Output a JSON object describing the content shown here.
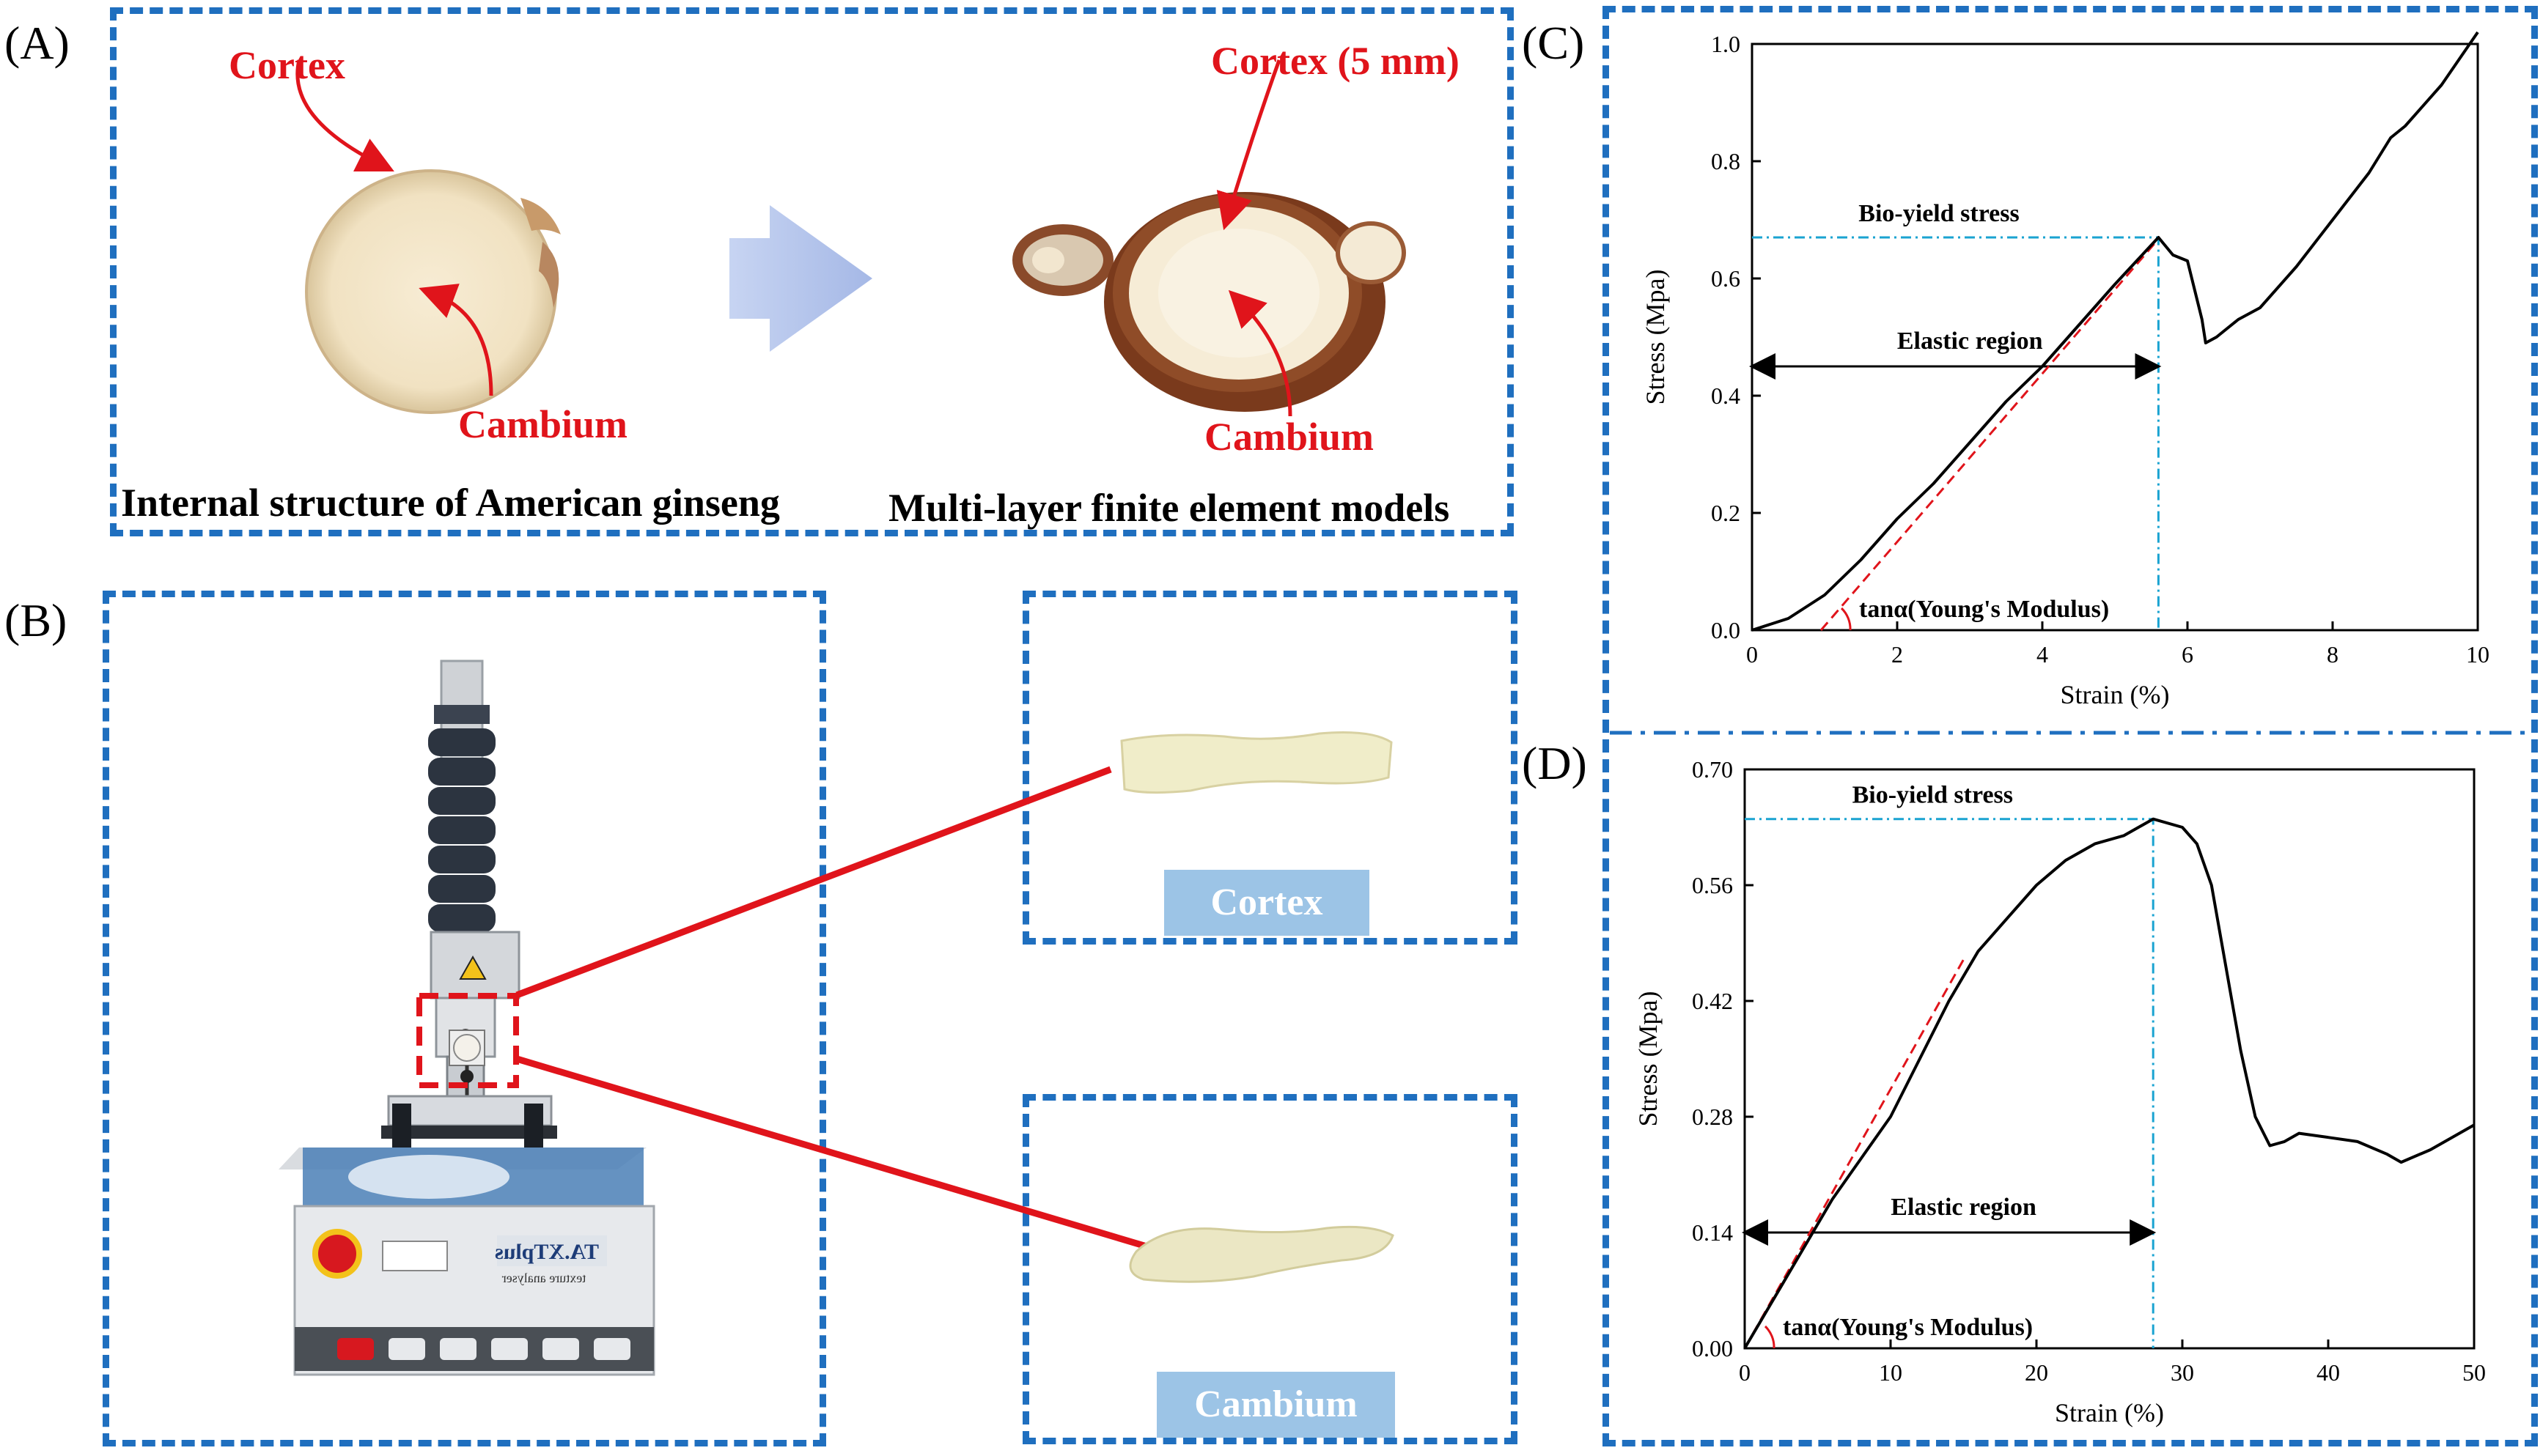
{
  "panels": {
    "a": {
      "label": "(A)",
      "left": {
        "cortex_label": "Cortex",
        "cambium_label": "Cambium",
        "caption": "Internal structure of American ginseng"
      },
      "right": {
        "cortex_label": "Cortex (5 mm)",
        "cambium_label": "Cambium",
        "caption": "Multi-layer finite element models"
      }
    },
    "b": {
      "label": "(B)",
      "instrument": {
        "brand_text": "TA.XTplus",
        "subtitle": "texture analyser"
      },
      "samples": {
        "cortex_tag": "Cortex",
        "cambium_tag": "Cambium"
      }
    },
    "c": {
      "label": "(C)"
    },
    "d": {
      "label": "(D)"
    }
  },
  "colors": {
    "box_border": "#1f6fbf",
    "label_red": "#e0141b",
    "tag_blue": "#9cc4e6",
    "guide_cyan": "#1aa3d1"
  },
  "chart_data": [
    {
      "type": "line",
      "panel": "(C)",
      "xlabel": "Strain (%)",
      "ylabel": "Stress (Mpa)",
      "xlim": [
        0,
        10
      ],
      "ylim": [
        0,
        1.0
      ],
      "xticks": [
        "0",
        "2",
        "4",
        "6",
        "8",
        "10"
      ],
      "yticks": [
        "0.0",
        "0.2",
        "0.4",
        "0.6",
        "0.8",
        "1.0"
      ],
      "series": [
        {
          "x": [
            0,
            0.5,
            1,
            1.5,
            2,
            2.5,
            3,
            3.5,
            4,
            4.5,
            5,
            5.3,
            5.6,
            5.8,
            6.0,
            6.1,
            6.2,
            6.25,
            6.4,
            6.7,
            7.0,
            7.5,
            8.0,
            8.5,
            8.7,
            8.8,
            9.0,
            9.5,
            10
          ],
          "y": [
            0,
            0.02,
            0.06,
            0.12,
            0.19,
            0.25,
            0.32,
            0.39,
            0.45,
            0.52,
            0.59,
            0.63,
            0.67,
            0.64,
            0.63,
            0.58,
            0.53,
            0.49,
            0.5,
            0.53,
            0.55,
            0.62,
            0.7,
            0.78,
            0.82,
            0.84,
            0.86,
            0.93,
            1.02
          ]
        }
      ],
      "annotations": {
        "bio_yield_label": "Bio-yield stress",
        "bio_yield": {
          "x": 5.6,
          "y": 0.67
        },
        "elastic_label": "Elastic region",
        "elastic_arrow": {
          "x_start": 0,
          "x_end": 5.6,
          "y": 0.45
        },
        "tangent_label": "tanα(Young's Modulus)",
        "tangent_line": {
          "x_start": 0.95,
          "y_start": 0,
          "x_end": 5.55,
          "y_end": 0.66
        }
      }
    },
    {
      "type": "line",
      "panel": "(D)",
      "xlabel": "Strain (%)",
      "ylabel": "Stress (Mpa)",
      "xlim": [
        0,
        50
      ],
      "ylim": [
        0,
        0.7
      ],
      "xticks": [
        "0",
        "10",
        "20",
        "30",
        "40",
        "50"
      ],
      "yticks": [
        "0.00",
        "0.14",
        "0.28",
        "0.42",
        "0.56",
        "0.70"
      ],
      "ytick_values": [
        0,
        0.14,
        0.28,
        0.42,
        0.56,
        0.7
      ],
      "series": [
        {
          "x": [
            0,
            2,
            4,
            6,
            8,
            10,
            12,
            14,
            16,
            18,
            20,
            22,
            24,
            26,
            28,
            30,
            31,
            32,
            33,
            34,
            35,
            36,
            37,
            38,
            40,
            42,
            44,
            45,
            47,
            50
          ],
          "y": [
            0,
            0.06,
            0.12,
            0.18,
            0.23,
            0.28,
            0.35,
            0.42,
            0.48,
            0.52,
            0.56,
            0.59,
            0.61,
            0.62,
            0.64,
            0.63,
            0.61,
            0.56,
            0.46,
            0.36,
            0.28,
            0.245,
            0.25,
            0.26,
            0.255,
            0.25,
            0.235,
            0.225,
            0.24,
            0.27
          ]
        }
      ],
      "annotations": {
        "bio_yield_label": "Bio-yield stress",
        "bio_yield": {
          "x": 28,
          "y": 0.64
        },
        "elastic_label": "Elastic region",
        "elastic_arrow": {
          "x_start": 0,
          "x_end": 28,
          "y": 0.14
        },
        "tangent_label": "tanα(Young's Modulus)",
        "tangent_line": {
          "x_start": 0,
          "y_start": 0,
          "x_end": 15,
          "y_end": 0.47
        }
      }
    }
  ]
}
